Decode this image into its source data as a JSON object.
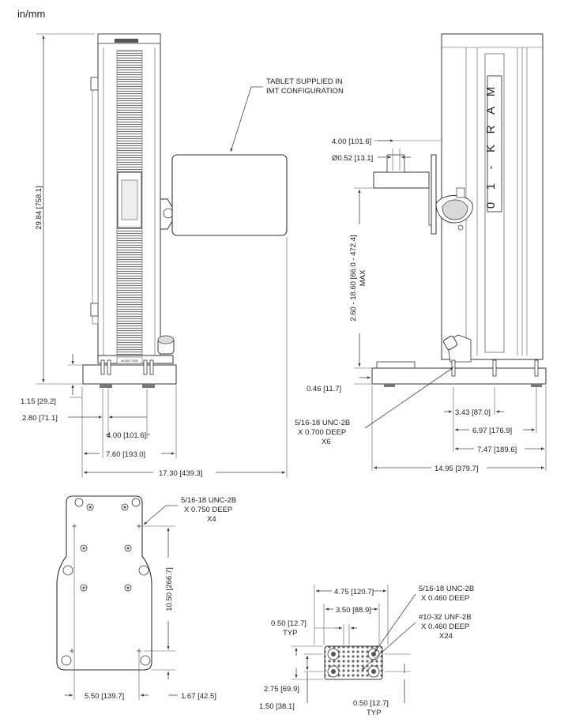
{
  "units_label": "in/mm",
  "front_view": {
    "tablet_note": [
      "TABLET SUPPLIED IN",
      "IMT CONFIGURATION"
    ],
    "height_dim": "29.84 [758.1]",
    "dim_base_height": "1.15 [29.2]",
    "dim_foot_offset": "2.80 [71.1]",
    "dim_foot_spacing": "4.00 [101.6]",
    "dim_base_width": "7.60 [193.0]",
    "dim_overall_width": "17.30 [439.3]",
    "column_plate_label": "MODEL F505"
  },
  "side_view": {
    "brand": [
      "M",
      "A",
      "R",
      "K",
      "-",
      "1",
      "0"
    ],
    "dim_arm_width": "4.00 [101.6]",
    "dim_bore": "Ø0.52 [13.1]",
    "dim_travel": [
      "2.60 - 18.60 [66.0 - 472.4]",
      "MAX"
    ],
    "dim_base_thk": "0.46 [11.7]",
    "mount_note": [
      "5/16-18 UNC-2B",
      "X 0.700 DEEP",
      "X6"
    ],
    "dim_a": "3.43 [87.0]",
    "dim_b": "6.97 [176.9]",
    "dim_c": "7.47 [189.6]",
    "dim_depth": "14.95 [379.7]"
  },
  "base_view": {
    "note": [
      "5/16-18 UNC-2B",
      "X 0.750 DEEP",
      "X4"
    ],
    "dim_length": "10.50 [266.7]",
    "dim_width": "5.50 [139.7]",
    "dim_edge": "1.67 [42.5]"
  },
  "plate_view": {
    "dim_outer": "4.75 [120.7]",
    "dim_inner": "3.50 [88.9]",
    "dim_typ_top": [
      "0.50 [12.7]",
      "TYP"
    ],
    "note_unc": [
      "5/16-18 UNC-2B",
      "X 0.460 DEEP"
    ],
    "note_unf": [
      "#10-32 UNF-2B",
      "X 0.460 DEEP",
      "X24"
    ],
    "dim_height": "2.75 [69.9]",
    "dim_offset": "1.50 [38.1]",
    "dim_typ_bottom": [
      "0.50 [12.7]",
      "TYP"
    ]
  }
}
